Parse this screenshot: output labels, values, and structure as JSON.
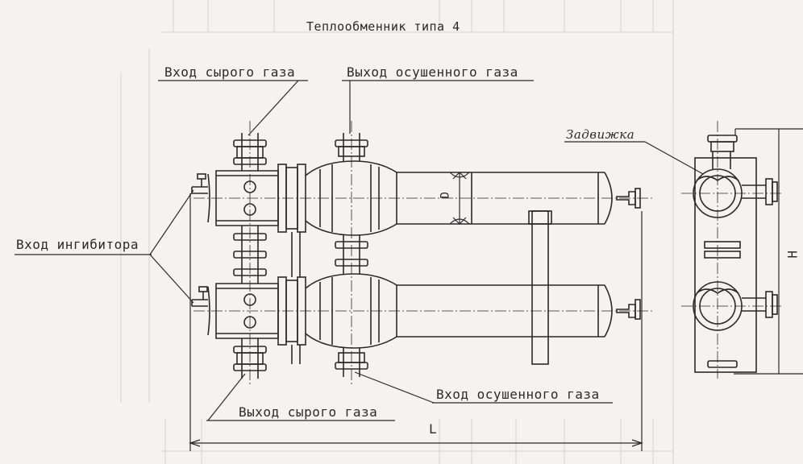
{
  "title": "Теплообменник типа 4",
  "labels": {
    "raw_gas_inlet": "Вход сырого газа",
    "dry_gas_outlet": "Выход осушенного газа",
    "valve": "Задвижка",
    "inhibitor_inlet": "Вход ингибитора",
    "dry_gas_inlet": "Вход осушенного газа",
    "raw_gas_outlet": "Выход сырого газа",
    "diameter": "D",
    "length": "L",
    "height": "H"
  },
  "colors": {
    "ink": "#2a2a2a",
    "paper": "#f4f3ef",
    "ghost": "#c9c8c2"
  }
}
